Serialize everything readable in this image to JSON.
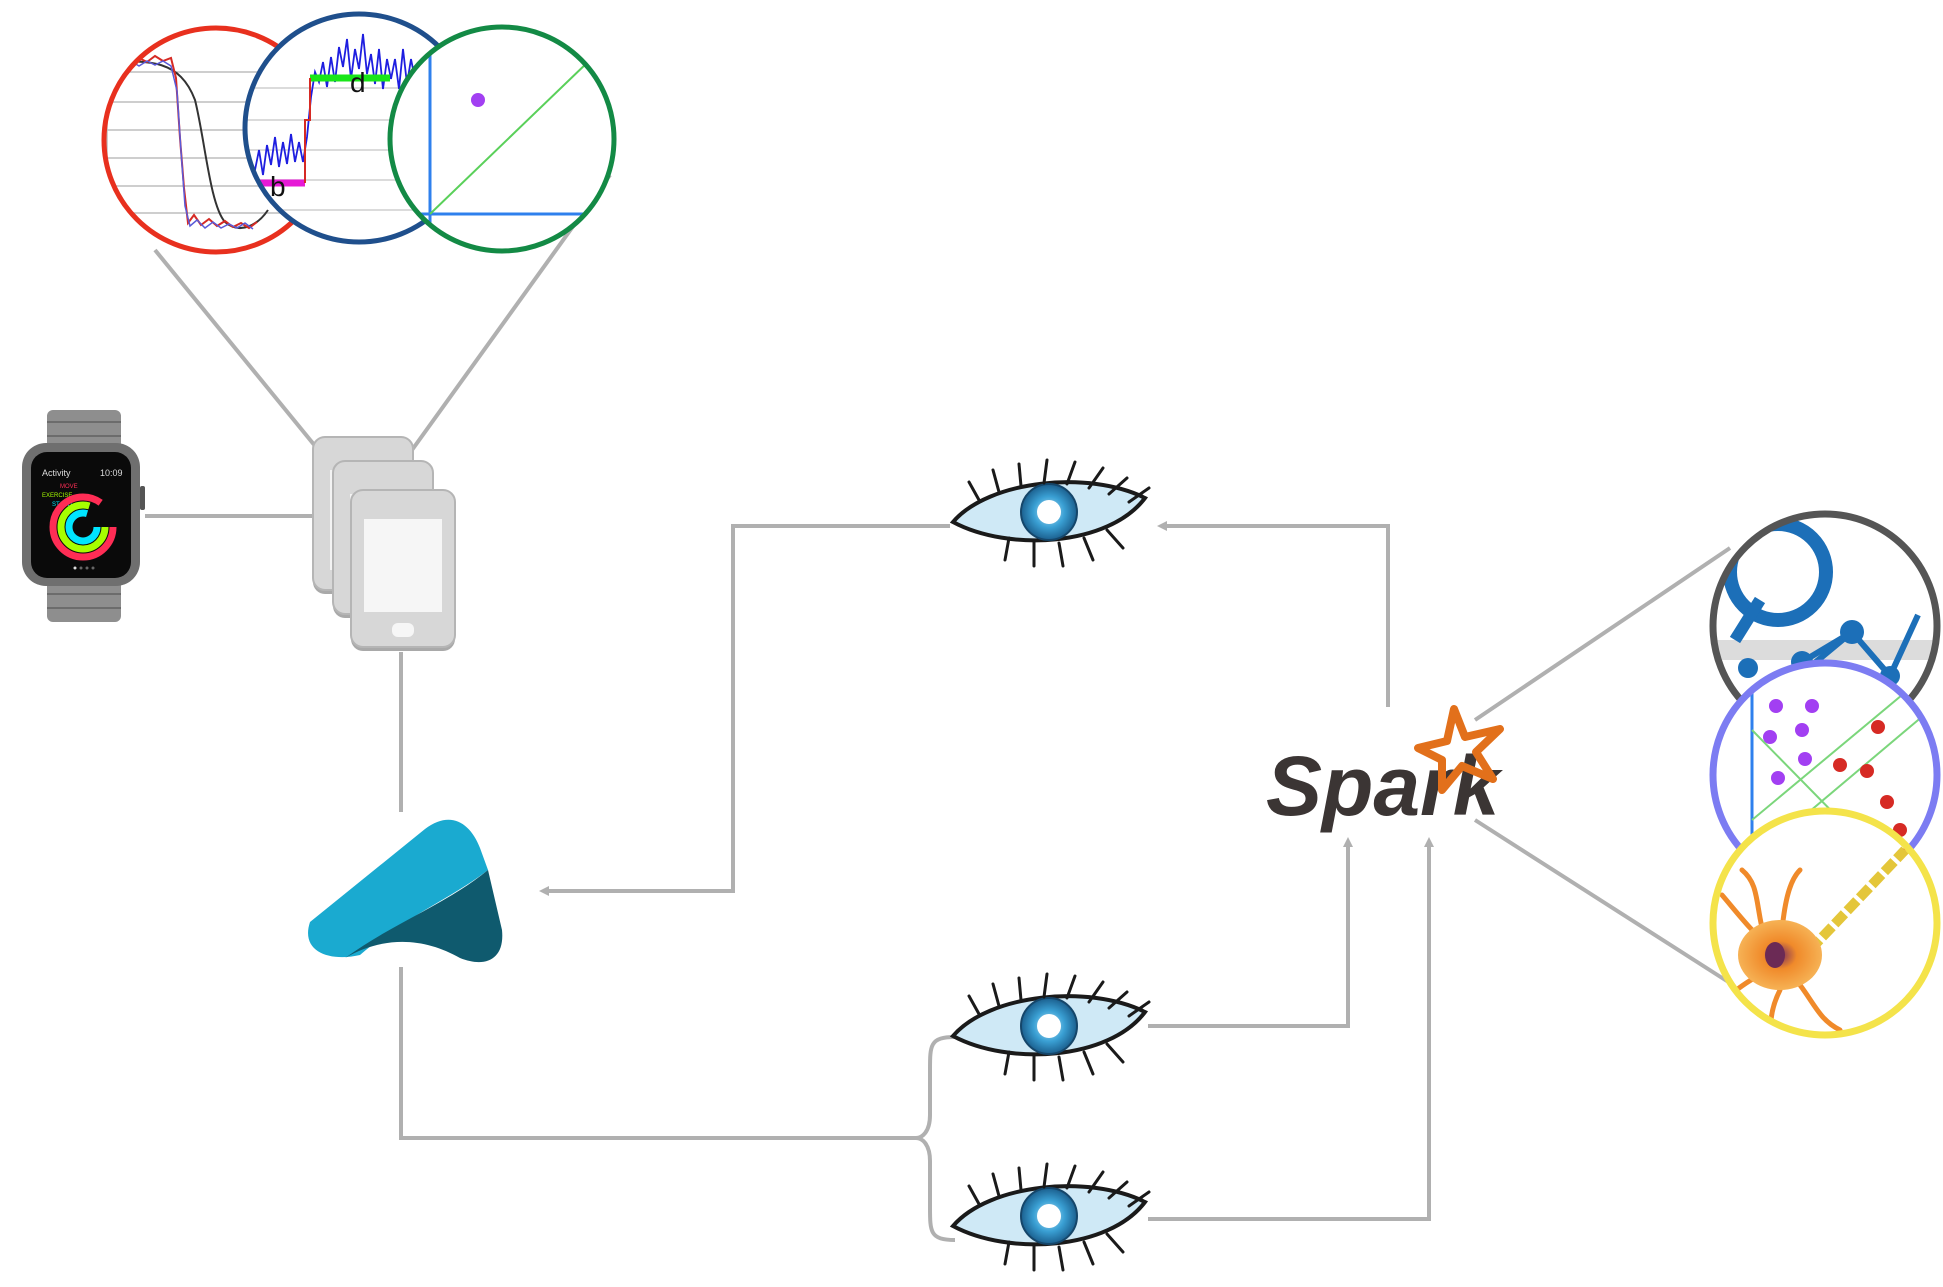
{
  "watch": {
    "app_title": "Activity",
    "time": "10:09",
    "rings": [
      "MOVE",
      "EXERCISE",
      "STAND"
    ]
  },
  "zoom_plots": {
    "labels": [
      "b",
      "d"
    ]
  },
  "spark": {
    "wordmark": "Spark"
  },
  "colors": {
    "connector": "#b0b0b0",
    "zoom_red": "#e8301e",
    "zoom_blue": "#1f4f8c",
    "zoom_green": "#138a45",
    "zoom_gray": "#555555",
    "zoom_lavender": "#7c7cf2",
    "zoom_yellow": "#f4e34a",
    "ingest_light": "#1aaad0",
    "ingest_dark": "#0f5a6e",
    "spark_orange": "#e2701b",
    "spark_text": "#3b3534",
    "eye_iris": "#2b8fc7"
  },
  "icons": [
    "smartwatch-icon",
    "phone-stack-icon",
    "ingest-logo-icon",
    "cassandra-eye-icon",
    "spark-logo-icon",
    "neuron-icon"
  ]
}
